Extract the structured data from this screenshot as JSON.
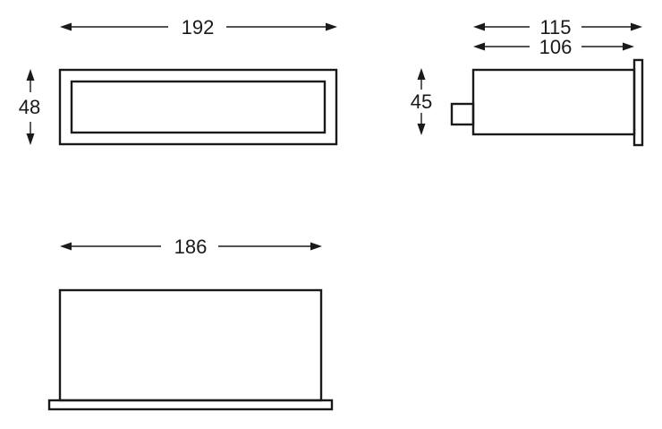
{
  "dimensions": {
    "front_width": "192",
    "front_height": "48",
    "side_overall_depth": "115",
    "side_body_depth": "106",
    "side_height": "45",
    "top_width": "186"
  },
  "colors": {
    "line": "#1a1a1a",
    "background": "#ffffff"
  }
}
